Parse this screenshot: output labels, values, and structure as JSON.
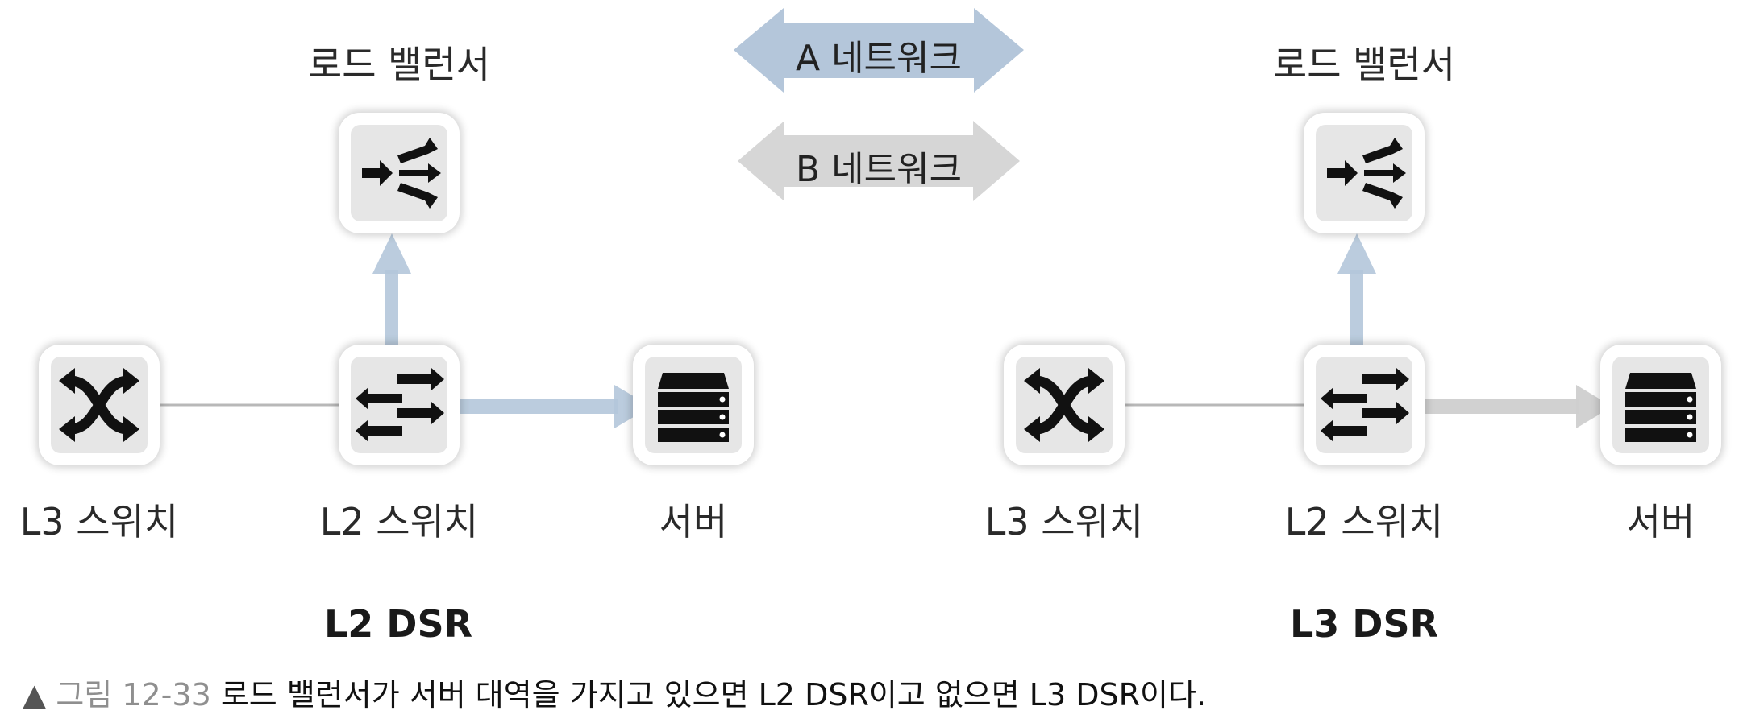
{
  "legend": {
    "a_network": "A 네트워크",
    "b_network": "B 네트워크",
    "a_color": "#b4c6da",
    "b_color": "#d6d6d6"
  },
  "left": {
    "load_balancer": "로드 밸런서",
    "l3_switch": "L3 스위치",
    "l2_switch": "L2 스위치",
    "server": "서버",
    "title": "L2 DSR"
  },
  "right": {
    "load_balancer": "로드 밸런서",
    "l3_switch": "L3 스위치",
    "l2_switch": "L2 스위치",
    "server": "서버",
    "title": "L3 DSR"
  },
  "caption": {
    "mark": "▲",
    "figure": "그림 12-33",
    "text": "로드 밸런서가 서버 대역을 가지고 있으면 L2 DSR이고 없으면 L3 DSR이다."
  }
}
